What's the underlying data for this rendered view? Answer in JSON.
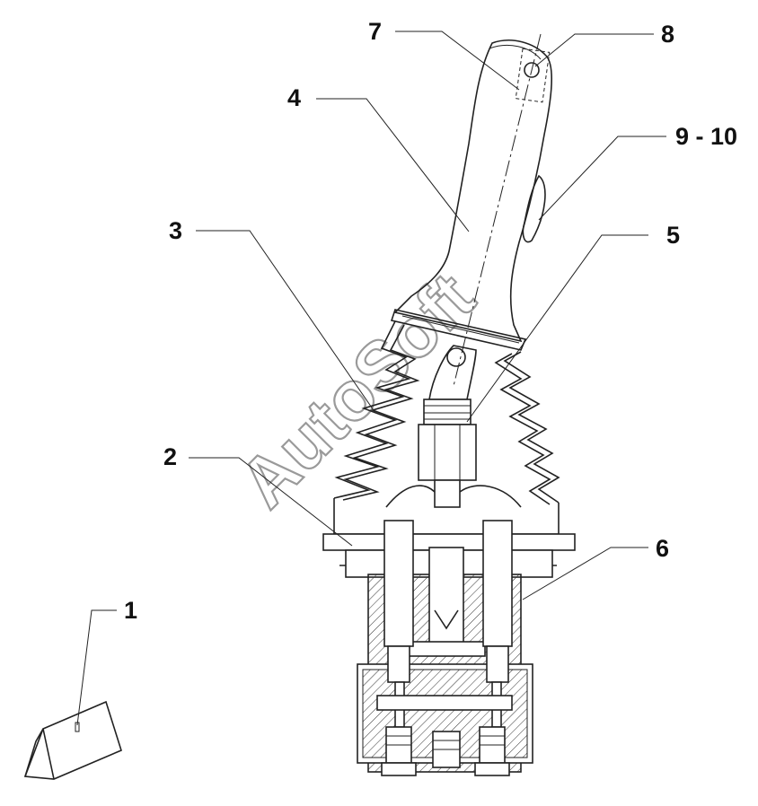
{
  "callouts": [
    {
      "id": "c7",
      "label": "7"
    },
    {
      "id": "c8",
      "label": "8"
    },
    {
      "id": "c4",
      "label": "4"
    },
    {
      "id": "c910",
      "label": "9 - 10"
    },
    {
      "id": "c3",
      "label": "3"
    },
    {
      "id": "c5",
      "label": "5"
    },
    {
      "id": "c2",
      "label": "2"
    },
    {
      "id": "c6",
      "label": "6"
    },
    {
      "id": "c1",
      "label": "1"
    }
  ],
  "watermark": "AutoSoft"
}
